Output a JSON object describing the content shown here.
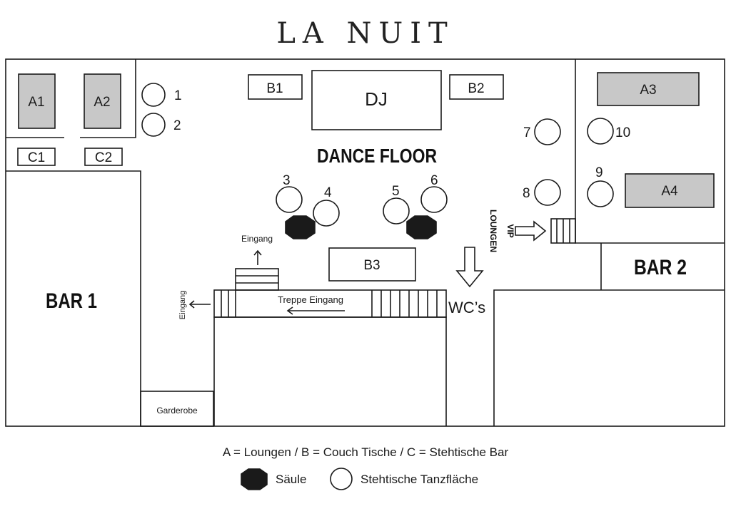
{
  "title": "LA NUIT",
  "areas": {
    "dance_floor": "DANCE FLOOR",
    "bar1": "BAR 1",
    "bar2": "BAR 2",
    "dj": "DJ",
    "wc": "WC’s",
    "garderobe": "Garderobe",
    "vip_line1": "VIP",
    "vip_line2": "LOUNGEN",
    "eingang": "Eingang",
    "eingang_side": "Eingang",
    "treppe": "Treppe Eingang"
  },
  "lounges": {
    "a1": "A1",
    "a2": "A2",
    "a3": "A3",
    "a4": "A4"
  },
  "couch_tables": {
    "b1": "B1",
    "b2": "B2",
    "b3": "B3"
  },
  "bar_tables": {
    "c1": "C1",
    "c2": "C2"
  },
  "standing_tables": {
    "t1": "1",
    "t2": "2",
    "t3": "3",
    "t4": "4",
    "t5": "5",
    "t6": "6",
    "t7": "7",
    "t8": "8",
    "t9": "9",
    "t10": "10"
  },
  "legend": {
    "line1": "A = Loungen  /  B = Couch Tische  /  C = Stehtische Bar",
    "pillar": "Säule",
    "standing": "Stehtische Tanzfläche"
  },
  "colors": {
    "lounge_fill": "#c8c8c8",
    "line": "#1a1a1a",
    "pillar": "#1a1a1a"
  }
}
